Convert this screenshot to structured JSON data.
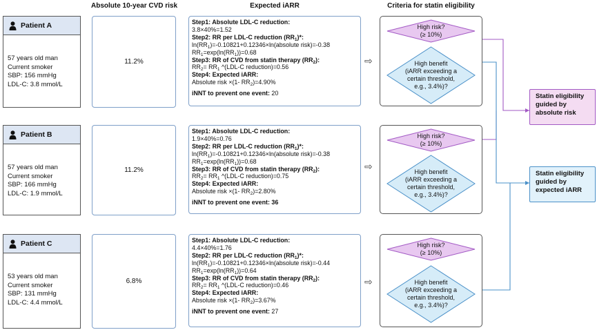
{
  "headers": {
    "risk": "Absolute 10-year CVD risk",
    "iarr": "Expected iARR",
    "criteria": "Criteria for statin eligibility"
  },
  "patients": [
    {
      "name": "Patient A",
      "info": [
        "57 years old man",
        "Current smoker",
        "SBP: 156 mmHg",
        "LDL-C: 3.8 mmol/L"
      ],
      "risk": "11.2%",
      "step1_title": "Step1: Absolute LDL-C reduction:",
      "step1_calc": "3.8×40%=1.52",
      "step2_ln": "=-0.10821+0.12346×ln(absolute risk)=-0.38",
      "step2_exp": "=0.68",
      "step3_calc": "^(LDL-C reduction)=0.56",
      "step4_calc": "Absolute risk ×(1- RR",
      "step4_result": ")=4.90%",
      "nnt_value": "20",
      "nnt_bold": false
    },
    {
      "name": "Patient B",
      "info": [
        "57 years old man",
        "Current smoker",
        "SBP: 166 mmHg",
        "LDL-C: 1.9 mmol/L"
      ],
      "risk": "11.2%",
      "step1_title": "Step1: Absolute LDL-C reduction:",
      "step1_calc": "1.9×40%=0.76",
      "step2_ln": "=-0.10821+0.12346×ln(absolute risk)=-0.38",
      "step2_exp": "=0.68",
      "step3_calc": "^(LDL-C reduction)=0.75",
      "step4_calc": "Absolute risk ×(1- RR",
      "step4_result": ")=2.80%",
      "nnt_value": "36",
      "nnt_bold": true
    },
    {
      "name": "Patient C",
      "info": [
        "53 years old man",
        "Current smoker",
        "SBP: 131 mmHg",
        "LDL-C: 4.4 mmol/L"
      ],
      "risk": "6.8%",
      "step1_title": "Step1: Absolute LDL-C reduction:",
      "step1_calc": "4.4×40%=1.76",
      "step2_ln": "=-0.10821+0.12346×ln(absolute risk)=-0.44",
      "step2_exp": "=0.64",
      "step3_calc": "^(LDL-C reduction)=0.46",
      "step4_calc": "Absolute risk ×(1- RR",
      "step4_result": ")=3.67%",
      "nnt_value": "27",
      "nnt_bold": false
    }
  ],
  "iarr_labels": {
    "step2_title": "Step2: RR per LDL-C reduction (RR",
    "step2_title_end": ")*:",
    "ln_rr": "ln(RR",
    "rr": "RR",
    "exp_ln": "=exp(ln(RR",
    "exp_ln_end": "))",
    "step3_title": "Step3: RR of CVD from statin therapy (RR",
    "step3_title_end": "):",
    "rr2": "RR",
    "rr1_eq": "= RR",
    "step4_title": "Step4: Expected iARR:",
    "nnt_label": "iNNT to prevent one event: ",
    "sub1": "1",
    "sub2": "2",
    "close": ")"
  },
  "criteria": {
    "high_risk": [
      "High risk?",
      "(≥ 10%)"
    ],
    "high_benefit": [
      "High benefit",
      "(iARR exceeding a",
      "certain threshold,",
      "e.g., 3.4%)?"
    ]
  },
  "outcomes": {
    "absolute": [
      "Statin eligibility",
      "guided by",
      "absolute risk"
    ],
    "iarr": [
      "Statin eligibility",
      "guided by",
      "expected iARR"
    ]
  },
  "arrow_glyph": "⇨",
  "colors": {
    "patient_header": "#dde6f3",
    "box_border": "#7e9fc8",
    "risk_diamond": "#e8c8f0",
    "risk_line": "#a259c4",
    "benefit_diamond": "#d6ecf8",
    "benefit_line": "#4a90c8",
    "outcome_absolute": "#f4dcf2",
    "outcome_iarr": "#e2f2fb"
  }
}
